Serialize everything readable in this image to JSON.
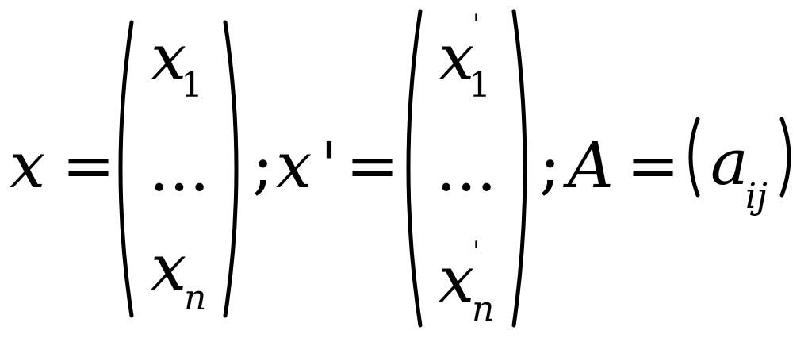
{
  "formula": {
    "vector_x": {
      "symbol": "x",
      "equals": "=",
      "entries": [
        {
          "base": "x",
          "subscript": "1"
        },
        {
          "ellipsis": "..."
        },
        {
          "base": "x",
          "subscript": "n"
        }
      ]
    },
    "separator_1": ";",
    "vector_x_prime": {
      "symbol": "x",
      "prime": "'",
      "equals": "=",
      "entries": [
        {
          "base": "x",
          "subscript": "1",
          "prime": "'"
        },
        {
          "ellipsis": "..."
        },
        {
          "base": "x",
          "subscript": "n",
          "prime": "'"
        }
      ]
    },
    "separator_2": ";",
    "matrix_a": {
      "symbol": "A",
      "equals": "=",
      "element_base": "a",
      "element_subscript": "ij"
    }
  }
}
